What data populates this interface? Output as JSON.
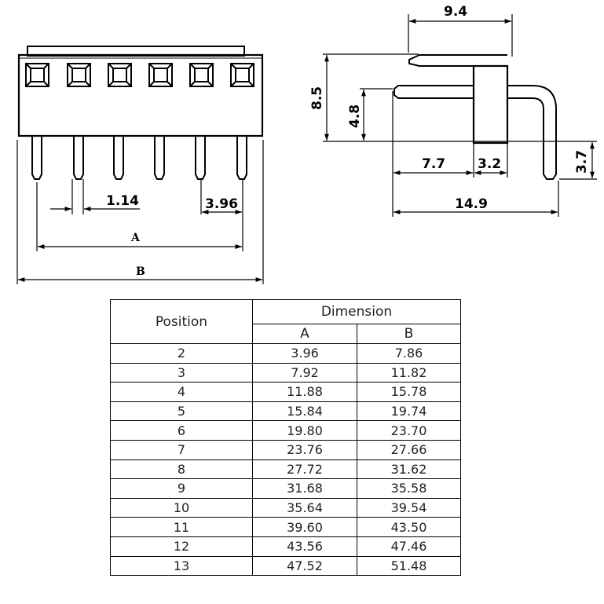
{
  "front_view": {
    "pitch_label": "3.96",
    "pin_width_label": "1.14",
    "dim_a_label": "A",
    "dim_b_label": "B"
  },
  "side_view": {
    "labels": {
      "top_width": "9.4",
      "total_height": "8.5",
      "pin_height": "4.8",
      "front_offset": "7.7",
      "body_thickness": "3.2",
      "overall_depth": "14.9",
      "tail_length": "3.7"
    }
  },
  "table": {
    "header_position": "Position",
    "header_dimension": "Dimension",
    "header_a": "A",
    "header_b": "B",
    "rows": [
      {
        "position": "2",
        "a": "3.96",
        "b": "7.86"
      },
      {
        "position": "3",
        "a": "7.92",
        "b": "11.82"
      },
      {
        "position": "4",
        "a": "11.88",
        "b": "15.78"
      },
      {
        "position": "5",
        "a": "15.84",
        "b": "19.74"
      },
      {
        "position": "6",
        "a": "19.80",
        "b": "23.70"
      },
      {
        "position": "7",
        "a": "23.76",
        "b": "27.66"
      },
      {
        "position": "8",
        "a": "27.72",
        "b": "31.62"
      },
      {
        "position": "9",
        "a": "31.68",
        "b": "35.58"
      },
      {
        "position": "10",
        "a": "35.64",
        "b": "39.54"
      },
      {
        "position": "11",
        "a": "39.60",
        "b": "43.50"
      },
      {
        "position": "12",
        "a": "43.56",
        "b": "47.46"
      },
      {
        "position": "13",
        "a": "47.52",
        "b": "51.48"
      }
    ]
  }
}
